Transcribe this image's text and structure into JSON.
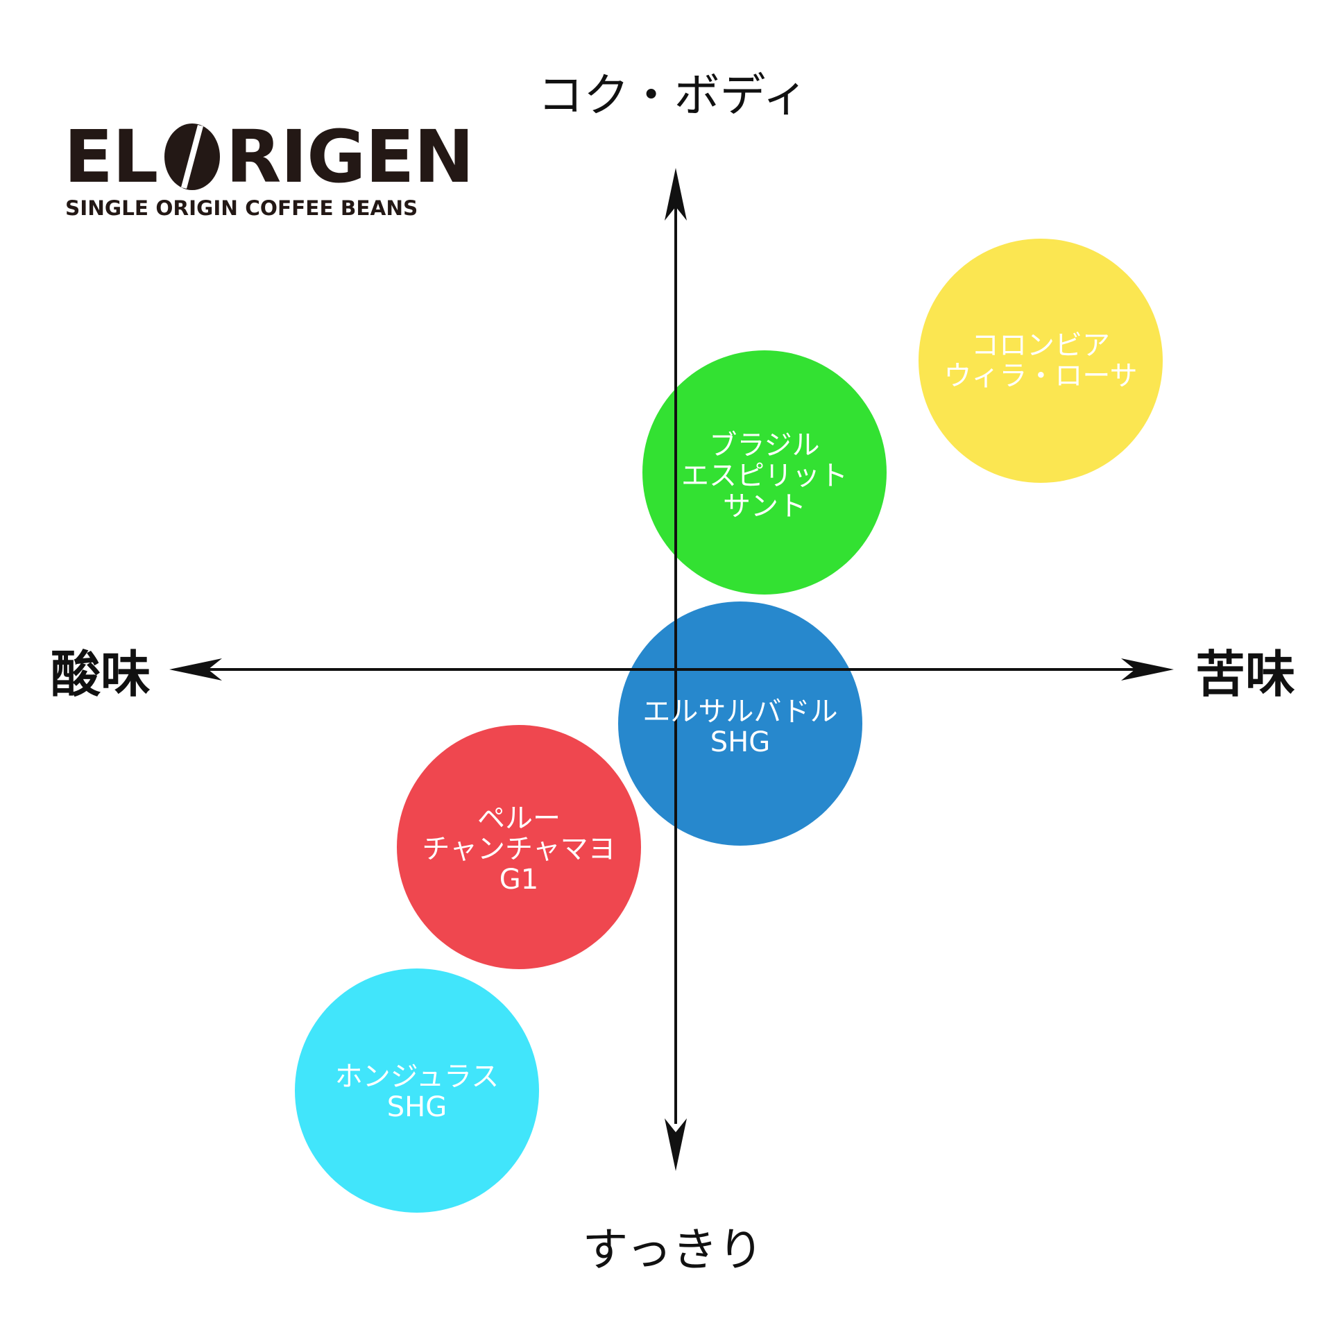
{
  "logo": {
    "wordmark_left": "EL",
    "wordmark_right": "RIGEN",
    "tagline": "SINGLE ORIGIN COFFEE BEANS",
    "text_color": "#231815"
  },
  "axes": {
    "top": "コク・ボディ",
    "bottom": "すっきり",
    "left": "酸味",
    "right": "苦味",
    "line_color": "#111111"
  },
  "beans": [
    {
      "id": "colombia",
      "lines": [
        "コロンビア",
        "ウィラ・ローサ"
      ],
      "color": "#FBE54A"
    },
    {
      "id": "brazil",
      "lines": [
        "ブラジル",
        "エスピリット",
        "サント"
      ],
      "color": "#2BE02A"
    },
    {
      "id": "el-salvador",
      "lines": [
        "エルサルバドル",
        "SHG"
      ],
      "color": "#1E83CB"
    },
    {
      "id": "peru",
      "lines": [
        "ペルー",
        "チャンチャマヨ",
        "G1"
      ],
      "color": "#EE3F48"
    },
    {
      "id": "honduras",
      "lines": [
        "ホンジュラス",
        "SHG"
      ],
      "color": "#39E4FB"
    }
  ]
}
